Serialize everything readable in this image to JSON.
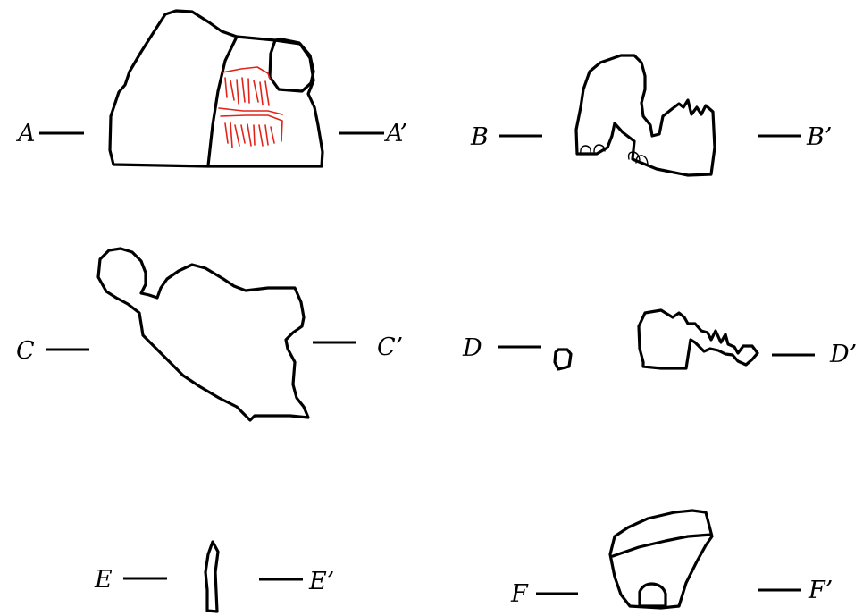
{
  "sections": [
    {
      "id": "A",
      "left_label": "A",
      "right_label": "A’"
    },
    {
      "id": "B",
      "left_label": "B",
      "right_label": "B’"
    },
    {
      "id": "C",
      "left_label": "C",
      "right_label": "C’"
    },
    {
      "id": "D",
      "left_label": "D",
      "right_label": "D’"
    },
    {
      "id": "E",
      "left_label": "E",
      "right_label": "E’"
    },
    {
      "id": "F",
      "left_label": "F",
      "right_label": "F’"
    }
  ],
  "colors": {
    "outline": "#000000",
    "highlight": "#e2231a",
    "background": "#ffffff"
  }
}
